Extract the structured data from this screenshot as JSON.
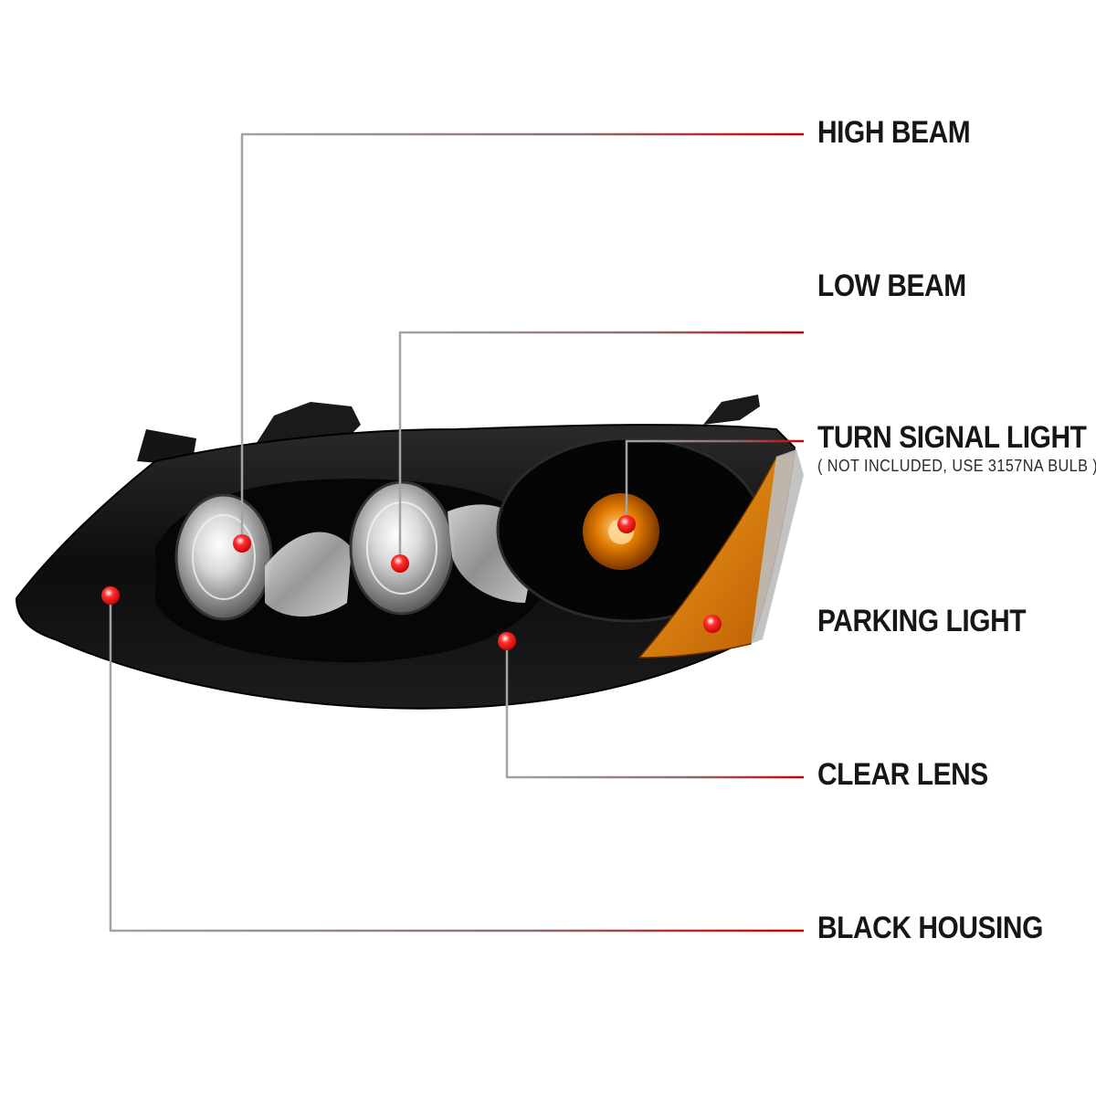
{
  "callouts": {
    "high_beam": {
      "label": "HIGH BEAM"
    },
    "low_beam": {
      "label": "LOW BEAM"
    },
    "turn_signal": {
      "label": "TURN SIGNAL LIGHT",
      "note": "( NOT INCLUDED, USE  3157NA  BULB )"
    },
    "parking_light": {
      "label": "PARKING LIGHT"
    },
    "clear_lens": {
      "label": "CLEAR LENS"
    },
    "black_housing": {
      "label": "BLACK HOUSING"
    }
  },
  "colors": {
    "leader_start": "#9a9a9a",
    "leader_end": "#c00000",
    "marker": "#e00000",
    "housing": "#0c0c0c",
    "amber": "#e07a00"
  },
  "icons": {
    "marker": "red-dot-marker-icon"
  }
}
